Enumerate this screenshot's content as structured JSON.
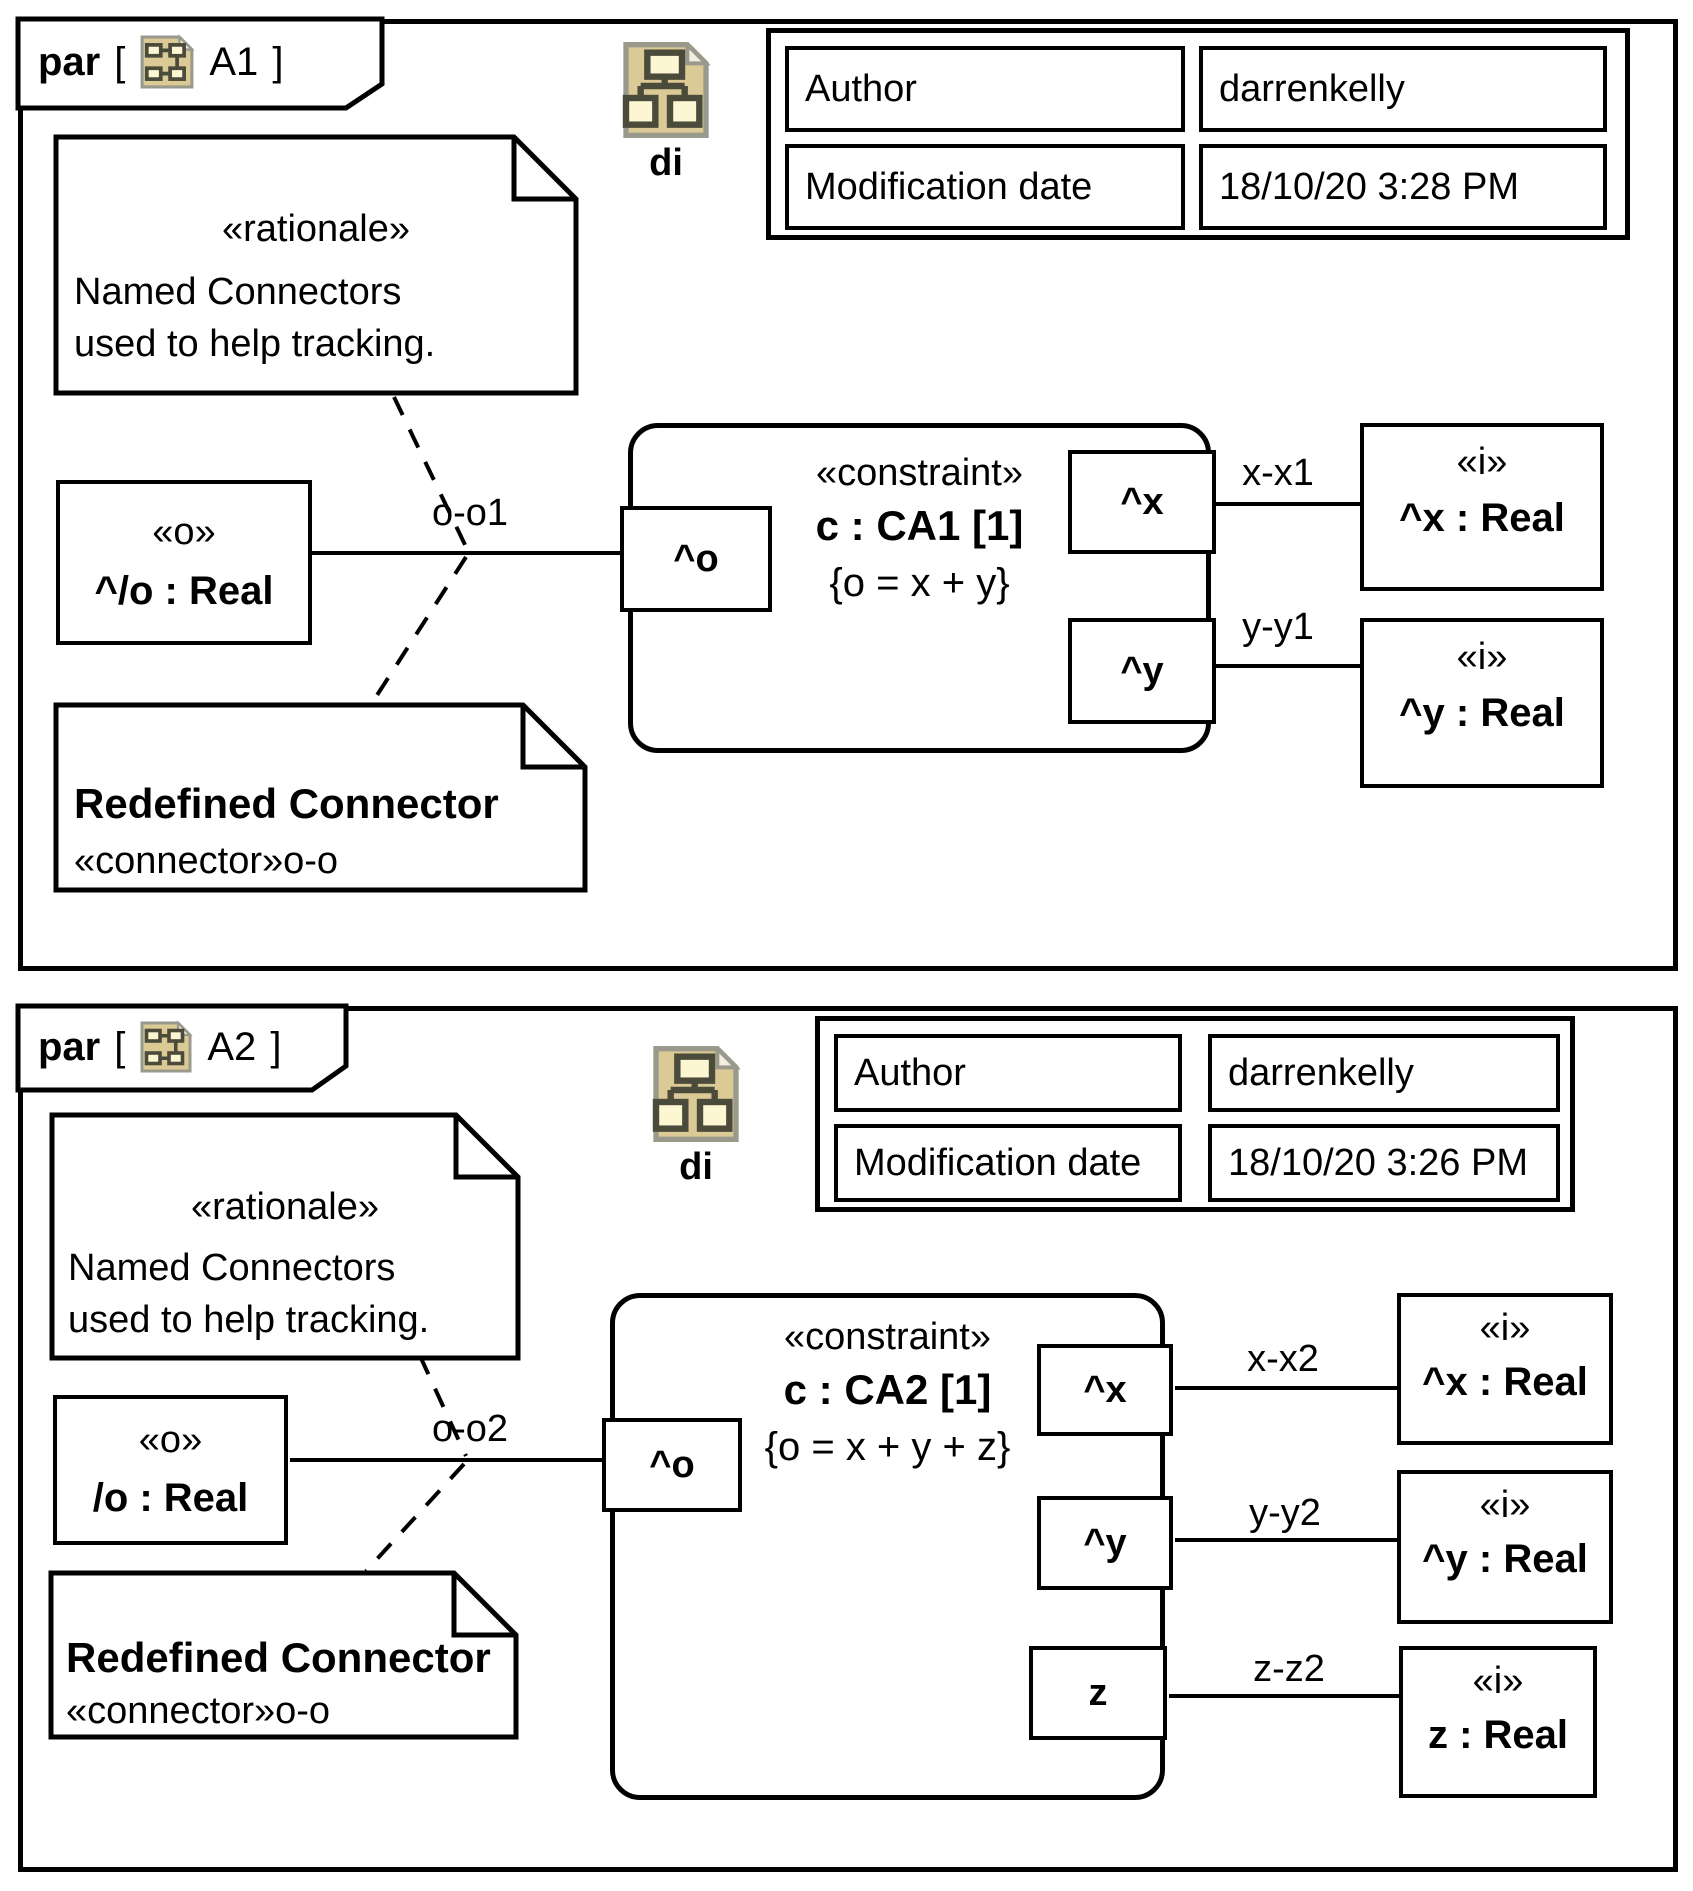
{
  "colors": {
    "line": "#000000",
    "icon_doc": "#dcca96",
    "icon_paper": "#fdf6d2",
    "icon_doc_border": "#9a9a8c",
    "icon_box_border": "#4b4b3b"
  },
  "panels": [
    {
      "tab": {
        "kind": "par",
        "bracket_open": "[",
        "name": "A1",
        "bracket_close": "]"
      },
      "diagram_icon_label": "di",
      "info_table": {
        "rows": [
          {
            "label": "Author",
            "value": "darrenkelly"
          },
          {
            "label": "Modification date",
            "value": "18/10/20 3:28 PM"
          }
        ]
      },
      "rationale_note": {
        "stereotype": "«rationale»",
        "line1": "Named Connectors",
        "line2": "used to help tracking."
      },
      "o_block": {
        "stereotype": "«o»",
        "name": "^/o : Real"
      },
      "redefined_note": {
        "title": "Redefined Connector",
        "body": "«connector»o-o"
      },
      "constraint": {
        "stereotype": "«constraint»",
        "name": "c : CA1 [1]",
        "expression": "{o = x + y}"
      },
      "ports": {
        "o": "^o",
        "x": "^x",
        "y": "^y"
      },
      "i_block_x": {
        "stereotype": "«i»",
        "name": "^x : Real"
      },
      "i_block_y": {
        "stereotype": "«i»",
        "name": "^y : Real"
      },
      "connector_labels": {
        "o": "o-o1",
        "x": "x-x1",
        "y": "y-y1"
      }
    },
    {
      "tab": {
        "kind": "par",
        "bracket_open": "[",
        "name": "A2",
        "bracket_close": "]"
      },
      "diagram_icon_label": "di",
      "info_table": {
        "rows": [
          {
            "label": "Author",
            "value": "darrenkelly"
          },
          {
            "label": "Modification date",
            "value": "18/10/20 3:26 PM"
          }
        ]
      },
      "rationale_note": {
        "stereotype": "«rationale»",
        "line1": "Named Connectors",
        "line2": "used to help tracking."
      },
      "o_block": {
        "stereotype": "«o»",
        "name": "/o : Real"
      },
      "redefined_note": {
        "title": "Redefined Connector",
        "body": "«connector»o-o"
      },
      "constraint": {
        "stereotype": "«constraint»",
        "name": "c : CA2 [1]",
        "expression": "{o = x + y + z}"
      },
      "ports": {
        "o": "^o",
        "x": "^x",
        "y": "^y",
        "z": "z"
      },
      "i_block_x": {
        "stereotype": "«i»",
        "name": "^x : Real"
      },
      "i_block_y": {
        "stereotype": "«i»",
        "name": "^y : Real"
      },
      "i_block_z": {
        "stereotype": "«i»",
        "name": "z : Real"
      },
      "connector_labels": {
        "o": "o-o2",
        "x": "x-x2",
        "y": "y-y2",
        "z": "z-z2"
      }
    }
  ]
}
